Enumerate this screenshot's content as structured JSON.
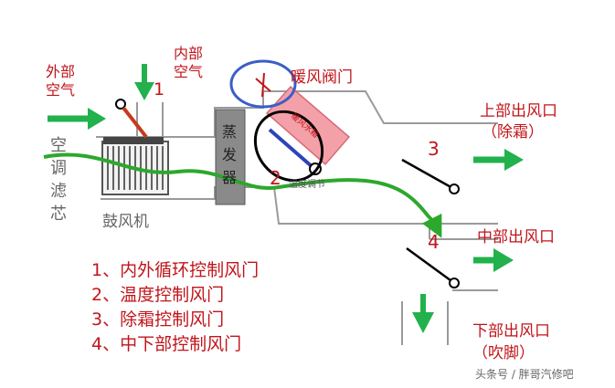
{
  "labels": {
    "outside_air": [
      "外部",
      "空气"
    ],
    "inside_air": [
      "内部",
      "空气"
    ],
    "air_filter": [
      "空",
      "调",
      "滤",
      "芯"
    ],
    "blower": "鼓风机",
    "evaporator": [
      "蒸",
      "发",
      "器"
    ],
    "heater_valve": "暖风阀门",
    "heater_core": "暖风水箱",
    "temp_control": "温度调节",
    "upper_outlet": "上部出风口",
    "upper_outlet_note": "（除霜）",
    "middle_outlet": "中部出风口",
    "lower_outlet": "下部出风口",
    "lower_outlet_note": "（吹脚）"
  },
  "markers": {
    "m1": "1",
    "m2": "2",
    "m3": "3",
    "m4": "4"
  },
  "legend": [
    "1、内外循环控制风门",
    "2、温度控制风门",
    "3、除霜控制风门",
    "4、中下部控制风门"
  ],
  "watermark": "头条号 / 胖哥汽修吧",
  "colors": {
    "arrow_green": "#22b14c",
    "flow_green": "#2ca82c",
    "label_red": "#c0151b",
    "heater_pink": "#f4a0a8",
    "evaporator_gray": "#8a8a8a",
    "highlight_blue": "#3a5ec9"
  }
}
